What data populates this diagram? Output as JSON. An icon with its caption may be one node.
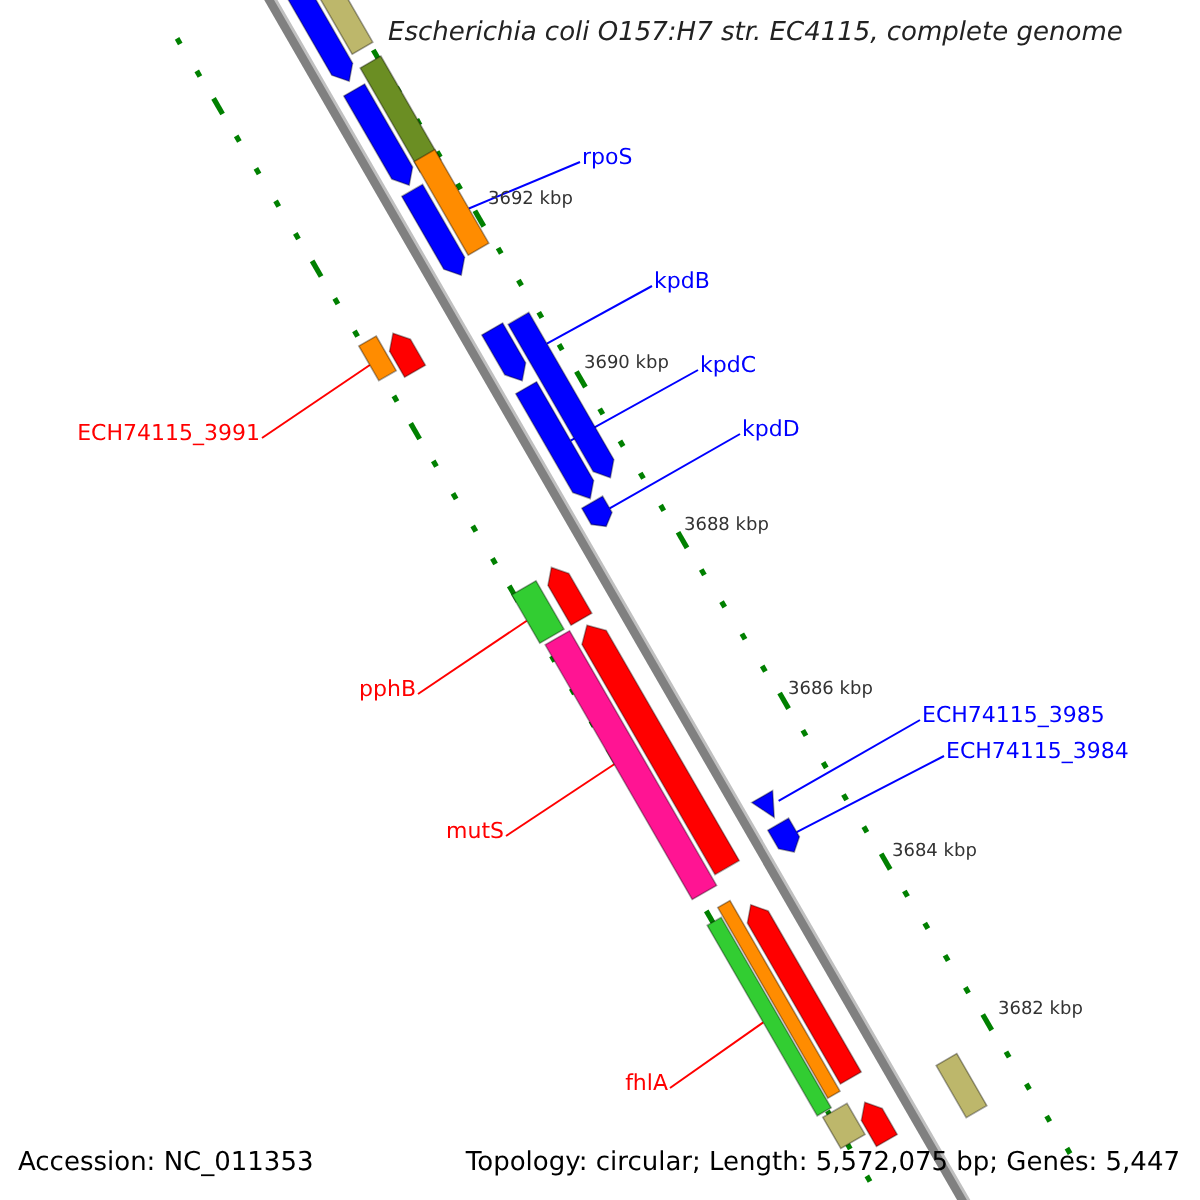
{
  "diagram": {
    "title": "Escherichia coli O157:H7 str. EC4115, complete genome",
    "nodes": [
      {
        "text": [
          "rpoS"
        ]
      },
      {
        "text": [
          "kpdB"
        ]
      },
      {
        "text": [
          "kpdC"
        ]
      },
      {
        "text": [
          "kpdD"
        ]
      },
      {
        "text": [
          "ECH74115_3985"
        ]
      },
      {
        "text": [
          "ECH74115_3984"
        ]
      },
      {
        "text": [
          "ECH74115_3991"
        ]
      },
      {
        "text": [
          "pphB"
        ]
      },
      {
        "text": [
          "mutS"
        ]
      },
      {
        "text": [
          "fhlA"
        ]
      },
      {
        "text": [],
        "shape": "arrow"
      },
      {
        "text": [],
        "shape": "bar"
      },
      {
        "text": [],
        "shape": "bar"
      },
      {
        "text": [],
        "shape": "arrow"
      },
      {
        "text": [],
        "shape": "bar"
      },
      {
        "text": [],
        "shape": "arrow"
      },
      {
        "text": [],
        "shape": "bar"
      },
      {
        "text": [],
        "shape": "arrow"
      },
      {
        "text": [],
        "shape": "arrow"
      },
      {
        "text": [],
        "shape": "arrow"
      },
      {
        "text": [],
        "shape": "arrow"
      },
      {
        "text": [],
        "shape": "arrow"
      },
      {
        "text": [],
        "shape": "arrow"
      },
      {
        "text": [],
        "shape": "bar"
      },
      {
        "text": [],
        "shape": "bar"
      },
      {
        "text": [],
        "shape": "arrow"
      },
      {
        "text": [],
        "shape": "triangle"
      },
      {
        "text": [],
        "shape": "arrow"
      },
      {
        "text": [],
        "shape": "bar"
      },
      {
        "text": [],
        "shape": "bar"
      },
      {
        "text": [],
        "shape": "arrow"
      },
      {
        "text": [],
        "shape": "bar"
      },
      {
        "text": [],
        "shape": "bar"
      },
      {
        "text": [],
        "shape": "arrow"
      }
    ],
    "edges": [
      {
        "from": 0,
        "to": 14,
        "arrow": "none"
      },
      {
        "from": 1,
        "to": 19,
        "arrow": "none"
      },
      {
        "from": 2,
        "to": 20,
        "arrow": "none"
      },
      {
        "from": 3,
        "to": 21,
        "arrow": "none"
      },
      {
        "from": 4,
        "to": 26,
        "arrow": "none"
      },
      {
        "from": 5,
        "to": 27,
        "arrow": "none"
      },
      {
        "from": 6,
        "to": 16,
        "arrow": "none",
        "color": "#ff0000"
      },
      {
        "from": 7,
        "to": 23,
        "arrow": "none",
        "color": "#ff0000"
      },
      {
        "from": 8,
        "to": 24,
        "arrow": "none",
        "color": "#ff0000"
      },
      {
        "from": 9,
        "to": 29,
        "arrow": "none",
        "color": "#ff0000"
      }
    ],
    "labels": [
      "3692 kbp",
      "3690 kbp",
      "3688 kbp",
      "3686 kbp",
      "3684 kbp",
      "3682 kbp",
      "Accession: NC_011353",
      "Topology: circular; Length: 5,572,075 bp; Genes: 5,447"
    ]
  }
}
